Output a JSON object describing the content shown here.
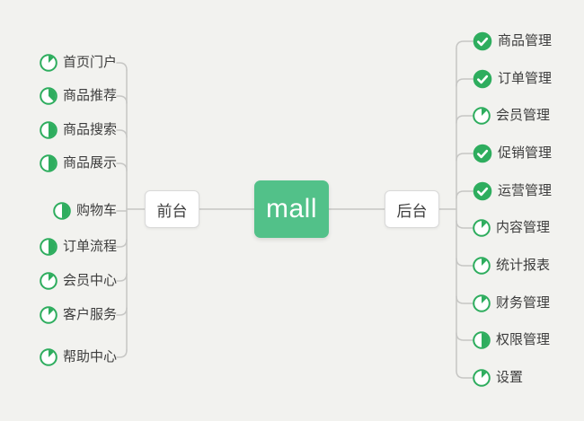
{
  "colors": {
    "accent_green": "#52c189",
    "icon_green": "#2ead5e",
    "line_gray": "#c6c6c4",
    "text": "#3d3d3d",
    "background": "#f2f2ef"
  },
  "map": {
    "root": {
      "label": "mall"
    },
    "branches": [
      {
        "id": "frontend",
        "label": "前台",
        "side": "left",
        "items": [
          {
            "label": "首页门户",
            "icon": {
              "type": "pie",
              "fraction": 0.125
            }
          },
          {
            "label": "商品推荐",
            "icon": {
              "type": "pie",
              "fraction": 0.375
            }
          },
          {
            "label": "商品搜索",
            "icon": {
              "type": "pie",
              "fraction": 0.5
            }
          },
          {
            "label": "商品展示",
            "icon": {
              "type": "pie",
              "fraction": 0.5
            }
          },
          {
            "label": "购物车",
            "icon": {
              "type": "pie",
              "fraction": 0.5
            }
          },
          {
            "label": "订单流程",
            "icon": {
              "type": "pie",
              "fraction": 0.5
            }
          },
          {
            "label": "会员中心",
            "icon": {
              "type": "pie",
              "fraction": 0.125
            }
          },
          {
            "label": "客户服务",
            "icon": {
              "type": "pie",
              "fraction": 0.125
            }
          },
          {
            "label": "帮助中心",
            "icon": {
              "type": "pie",
              "fraction": 0.125
            }
          }
        ]
      },
      {
        "id": "backend",
        "label": "后台",
        "side": "right",
        "items": [
          {
            "label": "商品管理",
            "icon": {
              "type": "check"
            }
          },
          {
            "label": "订单管理",
            "icon": {
              "type": "check"
            }
          },
          {
            "label": "会员管理",
            "icon": {
              "type": "pie",
              "fraction": 0.125
            }
          },
          {
            "label": "促销管理",
            "icon": {
              "type": "check"
            }
          },
          {
            "label": "运营管理",
            "icon": {
              "type": "check"
            }
          },
          {
            "label": "内容管理",
            "icon": {
              "type": "pie",
              "fraction": 0.125
            }
          },
          {
            "label": "统计报表",
            "icon": {
              "type": "pie",
              "fraction": 0.125
            }
          },
          {
            "label": "财务管理",
            "icon": {
              "type": "pie",
              "fraction": 0.125
            }
          },
          {
            "label": "权限管理",
            "icon": {
              "type": "pie",
              "fraction": 0.5
            }
          },
          {
            "label": "设置",
            "icon": {
              "type": "pie",
              "fraction": 0.125
            }
          }
        ]
      }
    ]
  }
}
